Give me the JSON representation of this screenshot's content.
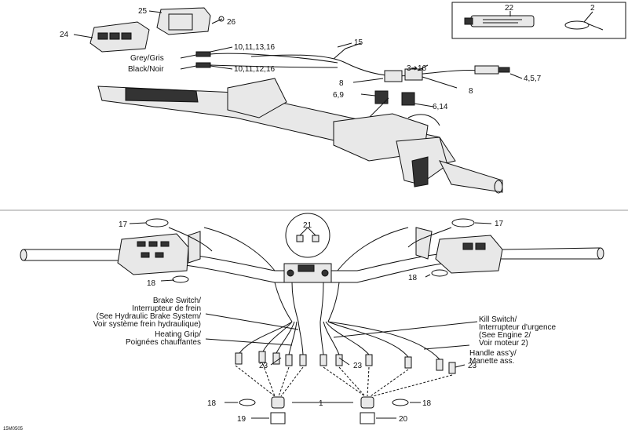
{
  "diagram": {
    "callouts_top": {
      "c22": "22",
      "c2": "2",
      "c25": "25",
      "c26": "26",
      "c24": "24",
      "c15": "15",
      "grey": "Grey/Gris",
      "black": "Black/Noir",
      "g_refs": "10,11,13,16",
      "b_refs": "10,11,12,16",
      "c3_16": "3➔16",
      "c8a": "8",
      "c8b": "8",
      "c69": "6,9",
      "c614": "6,14",
      "c457": "4,5,7"
    },
    "callouts_bottom": {
      "c17a": "17",
      "c17b": "17",
      "c21": "21",
      "c18a": "18",
      "c18b": "18",
      "c23a": "23",
      "c23b": "23",
      "c23c": "23",
      "c18c": "18",
      "c18d": "18",
      "c1": "1",
      "c19": "19",
      "c20": "20"
    },
    "notes": {
      "brake1": "Brake Switch/",
      "brake2": "Interrupteur de frein",
      "brake3": "(See Hydraulic Brake System/",
      "brake4": "Voir système frein hydraulique)",
      "heat1": "Heating Grip/",
      "heat2": "Poignées chauffantes",
      "kill1": "Kill Switch/",
      "kill2": "Interrupteur d'urgence",
      "kill3": "(See Engine 2/",
      "kill4": "Voir moteur 2)",
      "handle1": "Handle ass'y/",
      "handle2": "Manette ass."
    },
    "code": "15M0505"
  }
}
